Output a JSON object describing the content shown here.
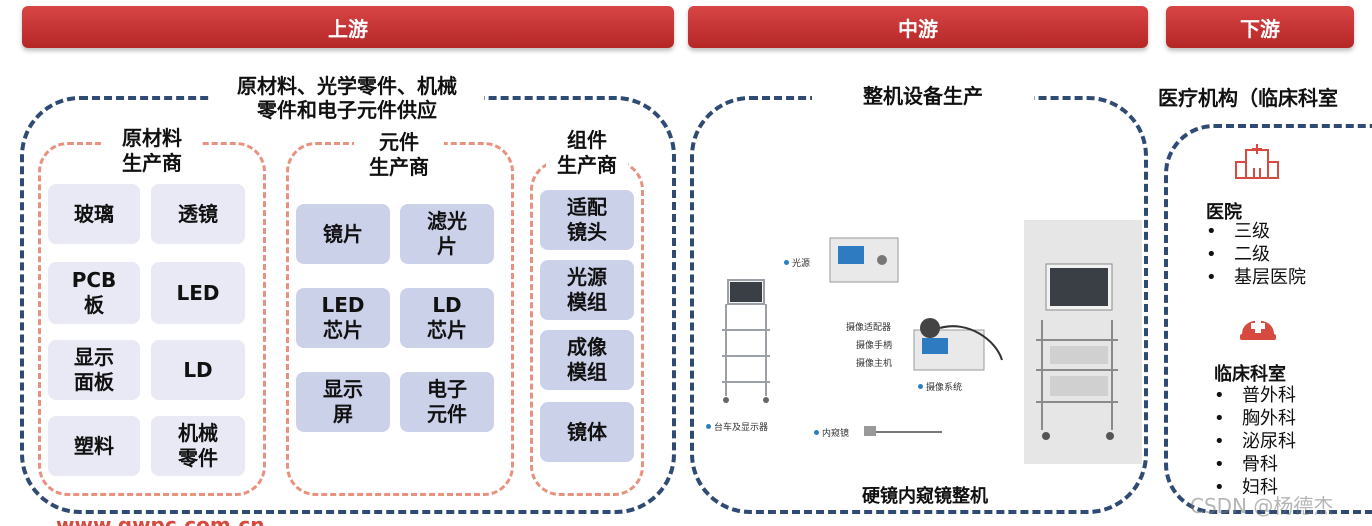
{
  "headers": {
    "upstream": "上游",
    "midstream": "中游",
    "downstream": "下游"
  },
  "upstream": {
    "title_line1": "原材料、光学零件、机械",
    "title_line2": "零件和电子元件供应",
    "raw_materials": {
      "title": "原材料\n生产商",
      "items": [
        "玻璃",
        "透镜",
        "PCB\n板",
        "LED",
        "显示\n面板",
        "LD",
        "塑料",
        "机械\n零件"
      ]
    },
    "components": {
      "title": "元件\n生产商",
      "items": [
        "镜片",
        "滤光\n片",
        "LED\n芯片",
        "LD\n芯片",
        "显示\n屏",
        "电子\n元件"
      ]
    },
    "assemblies": {
      "title": "组件\n生产商",
      "items": [
        "适配\n镜头",
        "光源\n模组",
        "成像\n模组",
        "镜体"
      ]
    }
  },
  "midstream": {
    "title": "整机设备生产",
    "caption": "硬镜内窥镜整机",
    "diagram_labels": {
      "light_source": "光源",
      "camera_adapter": "摄像适配器",
      "camera_handle": "摄像手柄",
      "camera_host": "摄像主机",
      "camera_system": "摄像系统",
      "cart_display": "台车及显示器",
      "endoscope": "内窥镜"
    }
  },
  "downstream": {
    "title": "医疗机构（临床科室",
    "hospital_title": "医院",
    "hospital_levels": [
      "三级",
      "二级",
      "基层医院"
    ],
    "dept_title": "临床科室",
    "departments": [
      "普外科",
      "胸外科",
      "泌尿科",
      "骨科",
      "妇科"
    ]
  },
  "icons": [
    "hospital-building-icon",
    "nurse-cap-icon"
  ],
  "colors": {
    "header_red": "#c33232",
    "dash_blue": "#2f4a73",
    "dash_salmon": "#e9917f",
    "box_light": "#e8e9f5",
    "box_dark": "#ccd1ea",
    "icon_red": "#d64a3f"
  },
  "watermark": "CSDN @杨德杰",
  "url_fragment": "www.qwpc.com.cn"
}
